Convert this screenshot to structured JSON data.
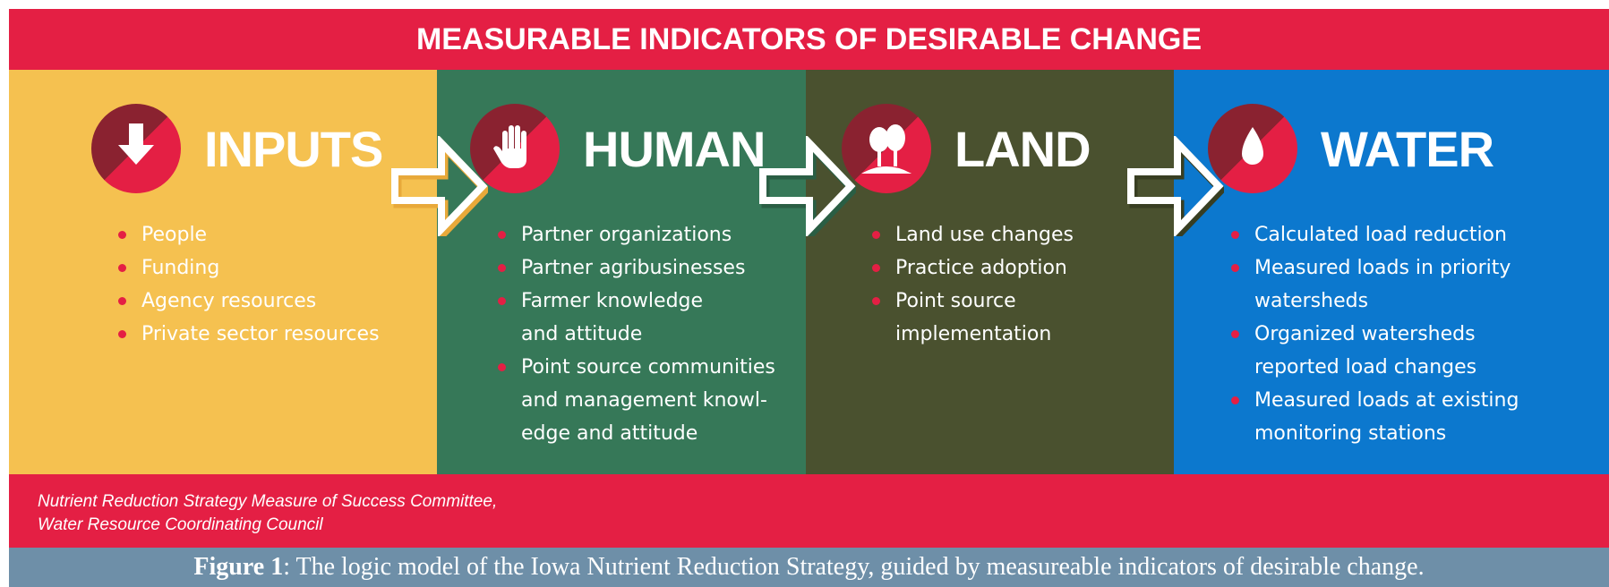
{
  "banner": {
    "title": "MEASURABLE INDICATORS OF DESIRABLE CHANGE"
  },
  "panels": [
    {
      "heading": "INPUTS",
      "icon": "down-arrow-icon",
      "color": "#f5c150",
      "items": [
        "People",
        "Funding",
        "Agency resources",
        "Private sector resources"
      ]
    },
    {
      "heading": "HUMAN",
      "icon": "hand-icon",
      "color": "#367858",
      "items": [
        "Partner organizations",
        "Partner agribusinesses",
        "Farmer knowledge and attitude",
        "Point source communities and management knowl-edge and attitude"
      ]
    },
    {
      "heading": "LAND",
      "icon": "trees-icon",
      "color": "#4a512f",
      "items": [
        "Land use changes",
        "Practice adoption",
        "Point source implementation"
      ]
    },
    {
      "heading": "WATER",
      "icon": "water-drop-icon",
      "color": "#0c78ce",
      "items": [
        "Calculated load reduction",
        "Measured loads in priority watersheds",
        "Organized watersheds reported load changes",
        "Measured loads at existing monitoring stations"
      ]
    }
  ],
  "footer": {
    "source_line1": "Nutrient Reduction Strategy Measure of Success Committee,",
    "source_line2": "Water Resource Coordinating Council"
  },
  "caption": {
    "label": "Figure 1",
    "text": ": The logic model of the Iowa Nutrient Reduction Strategy, guided by measureable indicators of desirable change."
  },
  "colors": {
    "accent_red": "#e41f44",
    "dark_red": "#8a2230",
    "caption_band": "#6e8fa8"
  }
}
